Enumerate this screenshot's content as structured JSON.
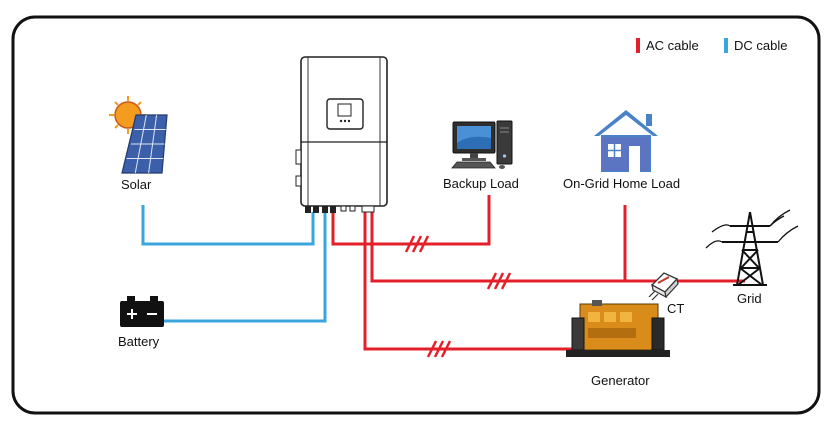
{
  "legend": {
    "ac_label": "AC cable",
    "dc_label": "DC cable"
  },
  "labels": {
    "solar": "Solar",
    "battery": "Battery",
    "backup_load": "Backup Load",
    "home_load": "On-Grid Home Load",
    "grid": "Grid",
    "ct": "CT",
    "generator": "Generator"
  },
  "colors": {
    "ac_cable": "#e3202a",
    "dc_cable": "#3aa4dc",
    "border": "#111111",
    "house": "#4a82c8",
    "sun": "#f39c1f",
    "panel": "#3b5fa8",
    "generator": "#e8a020"
  }
}
